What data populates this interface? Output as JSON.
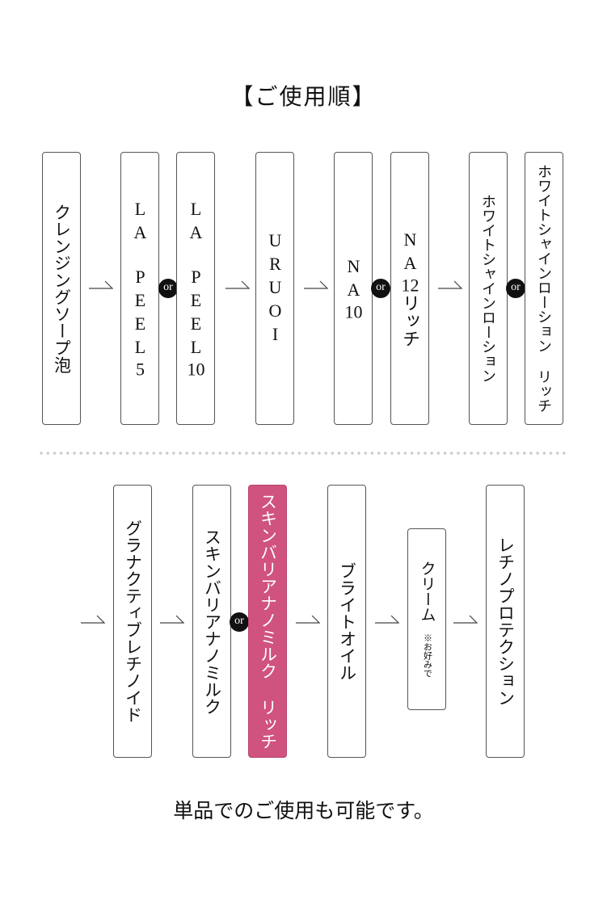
{
  "title": "【ご使用順】",
  "or_label": "or",
  "row1": {
    "cleansing": "クレンジングソープ泡",
    "lapeel5": {
      "a": "LA",
      "b": "PEEL",
      "num": "5"
    },
    "lapeel10": {
      "a": "LA",
      "b": "PEEL",
      "num": "10"
    },
    "uruoi": "URUOI",
    "na10": {
      "a": "NA",
      "num": "10"
    },
    "na12": {
      "a": "NA",
      "num": "12",
      "suffix": "リッチ"
    },
    "white_lotion": "ホワイトシャインローション",
    "white_lotion_rich": "ホワイトシャインローション リッチ"
  },
  "row2": {
    "granactive": "グラナクティブレチノイド",
    "skin_barrier": "スキンバリアナノミルク",
    "skin_barrier_rich": "スキンバリアナノミルク リッチ",
    "bright_oil": "ブライトオイル",
    "cream": "クリーム",
    "cream_note": "※お好みで",
    "retino_protection": "レチノプロテクション"
  },
  "footer": "単品でのご使用も可能です。",
  "colors": {
    "accent": "#d0527f"
  }
}
